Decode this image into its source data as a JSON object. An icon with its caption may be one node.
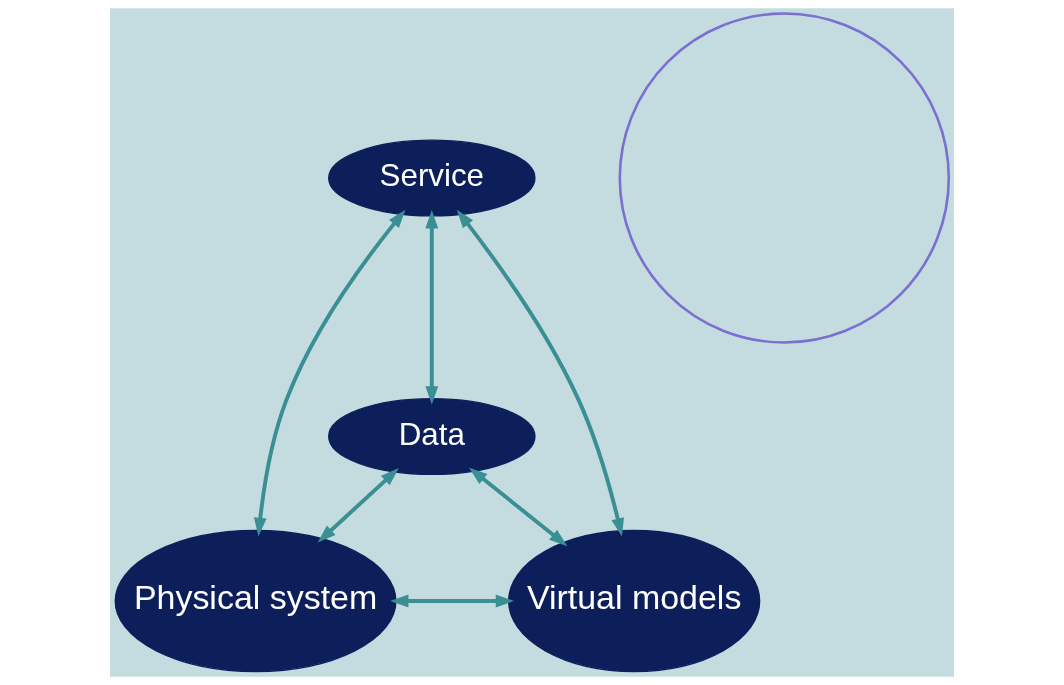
{
  "diagram": {
    "nodes": [
      {
        "text": [
          "Service"
        ]
      },
      {
        "text": [
          "Data"
        ]
      },
      {
        "text": [
          "Physical system"
        ]
      },
      {
        "text": [
          "Virtual models"
        ]
      },
      {
        "text": [],
        "shape": "circle"
      }
    ],
    "edges": [
      {
        "from": 0,
        "to": 2,
        "arrow": "both"
      },
      {
        "from": 0,
        "to": 1,
        "arrow": "both"
      },
      {
        "from": 0,
        "to": 3,
        "arrow": "both"
      },
      {
        "from": 1,
        "to": 2,
        "arrow": "both"
      },
      {
        "from": 1,
        "to": 3,
        "arrow": "both"
      },
      {
        "from": 2,
        "to": 3,
        "arrow": "both"
      }
    ]
  }
}
